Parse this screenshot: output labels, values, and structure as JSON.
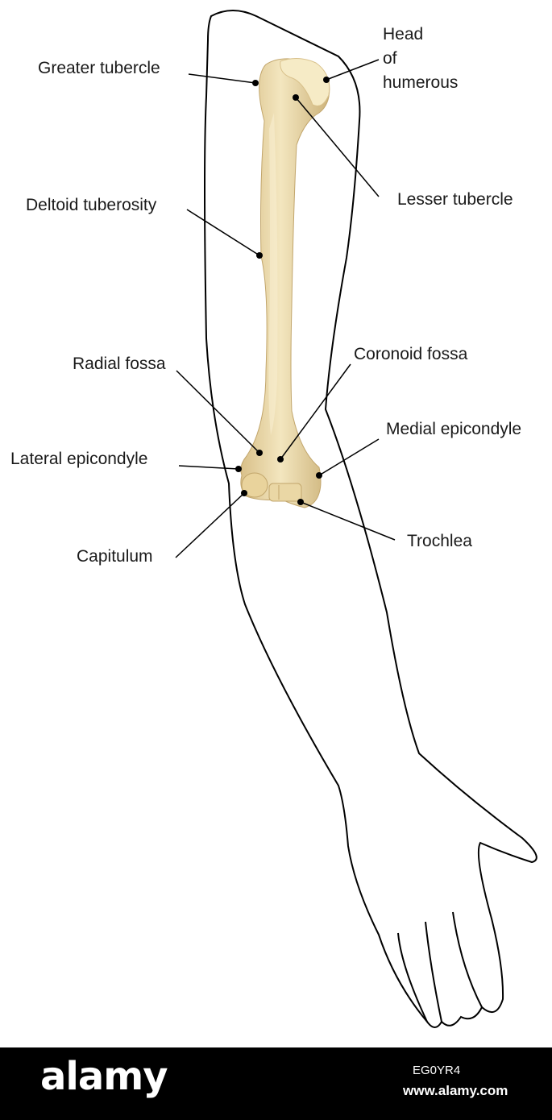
{
  "labels": {
    "head_line1": "Head",
    "head_line2": "of",
    "head_line3": "humerous",
    "greater_tubercle": "Greater tubercle",
    "lesser_tubercle": "Lesser tubercle",
    "deltoid_tuberosity": "Deltoid tuberosity",
    "radial_fossa": "Radial fossa",
    "coronoid_fossa": "Coronoid fossa",
    "lateral_epicondyle": "Lateral epicondyle",
    "medial_epicondyle": "Medial epicondyle",
    "capitulum": "Capitulum",
    "trochlea": "Trochlea"
  },
  "footer": {
    "brand": "alamy",
    "stock_id": "EG0YR4",
    "site": "www.alamy.com"
  },
  "colors": {
    "bone": "#eedcaa",
    "bone_shade": "#d9c089",
    "outline": "#000000",
    "footer_bg": "#000000"
  }
}
